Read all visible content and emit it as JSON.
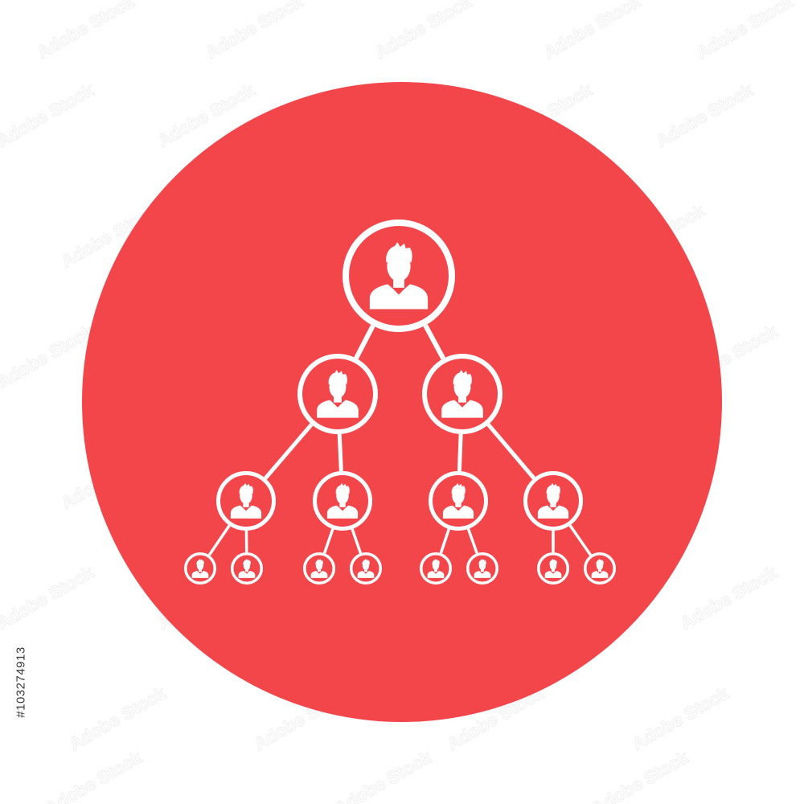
{
  "colors": {
    "background": "#ffffff",
    "badge": "#f2464b",
    "foreground": "#ffffff",
    "caption": "#3a3a3a",
    "watermark": "#e7e7e7"
  },
  "diagram": {
    "type": "hierarchy-tree",
    "icon": "person-silhouette-icon",
    "root": {
      "children": [
        {
          "children": [
            {
              "children": [
                {},
                {}
              ]
            },
            {
              "children": [
                {},
                {}
              ]
            }
          ]
        },
        {
          "children": [
            {
              "children": [
                {},
                {}
              ]
            },
            {
              "children": [
                {},
                {}
              ]
            }
          ]
        }
      ]
    }
  },
  "watermark": {
    "text": "Adobe Stock"
  },
  "stock_id": "#103274913"
}
